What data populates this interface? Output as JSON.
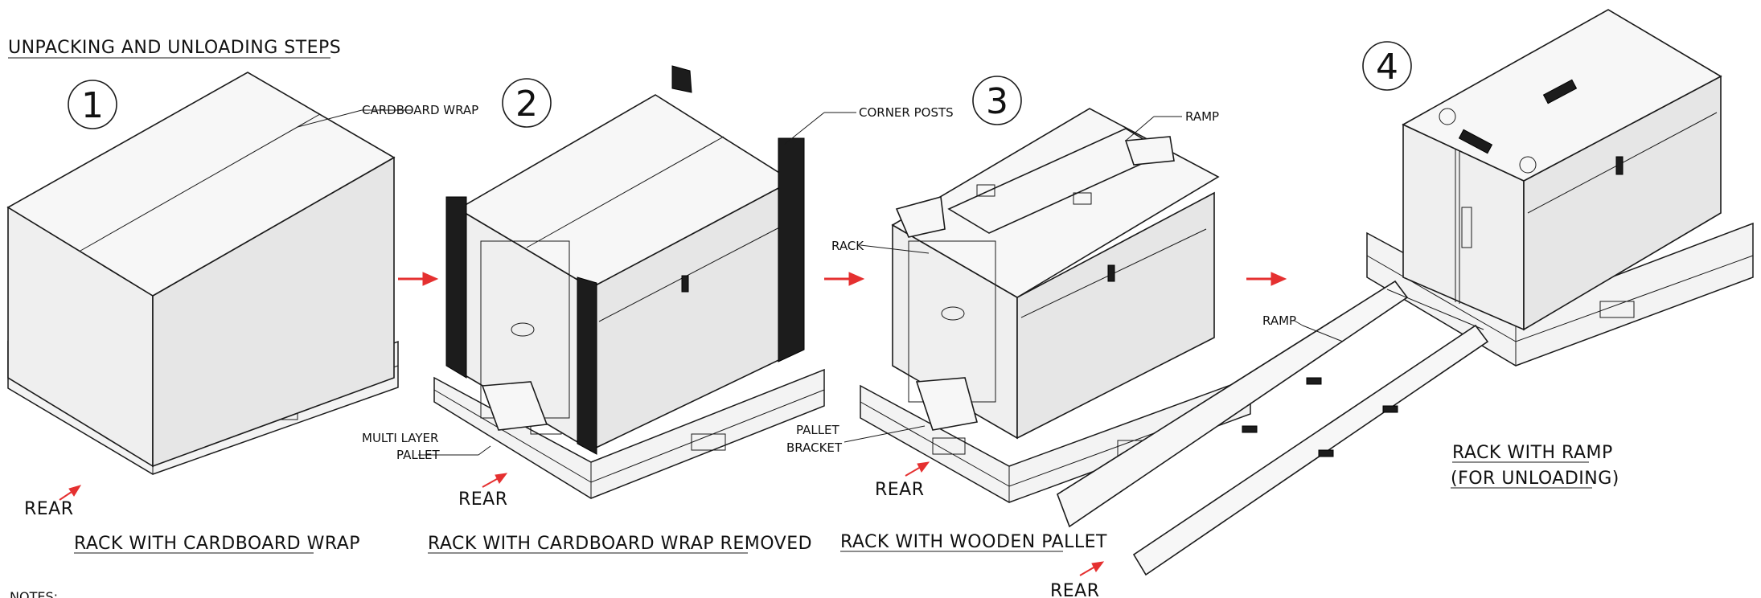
{
  "title": "UNPACKING AND UNLOADING STEPS",
  "notes_label": "NOTES:",
  "steps": [
    {
      "number": "1",
      "caption": "RACK WITH CARDBOARD WRAP",
      "rear": "REAR"
    },
    {
      "number": "2",
      "caption": "RACK WITH CARDBOARD WRAP REMOVED",
      "rear": "REAR"
    },
    {
      "number": "3",
      "caption": "RACK WITH WOODEN PALLET",
      "rear": "REAR"
    },
    {
      "number": "4",
      "caption_line1": "RACK WITH RAMP",
      "caption_line2": "(FOR UNLOADING)",
      "rear": "REAR"
    }
  ],
  "callouts": {
    "cardboard_wrap": "CARDBOARD WRAP",
    "corner_posts": "CORNER POSTS",
    "multi_layer_line1": "MULTI LAYER",
    "multi_layer_line2": "PALLET",
    "ramp_top": "RAMP",
    "rack": "RACK",
    "pallet_bracket_line1": "PALLET",
    "pallet_bracket_line2": "BRACKET",
    "ramp_side": "RAMP"
  },
  "colors": {
    "arrow": "#e53030",
    "line": "#1a1a1a"
  }
}
